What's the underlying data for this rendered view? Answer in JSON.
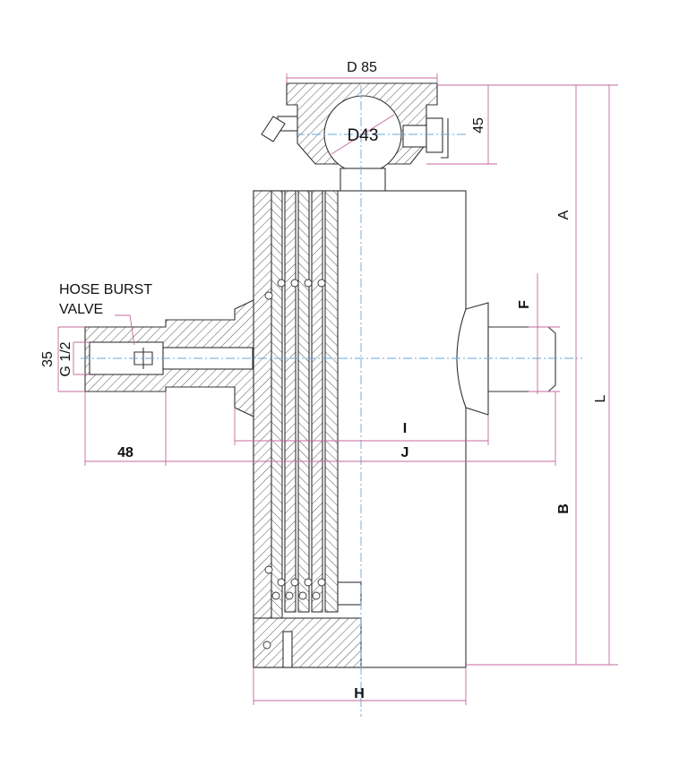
{
  "title": "Telescopic hydraulic cylinder drawing",
  "labels": {
    "d85": "D 85",
    "d43": "D43",
    "h45": "45",
    "a": "A",
    "l": "L",
    "b": "B",
    "f": "F",
    "i": "I",
    "j": "J",
    "d48": "48",
    "h": "H",
    "d35": "35",
    "g12": "G 1/2",
    "hose_burst_1": "HOSE BURST",
    "hose_burst_2": "VALVE"
  },
  "colors": {
    "dimension": "#c46a9e",
    "centerline": "#6aa7d8",
    "outline": "#333333"
  }
}
